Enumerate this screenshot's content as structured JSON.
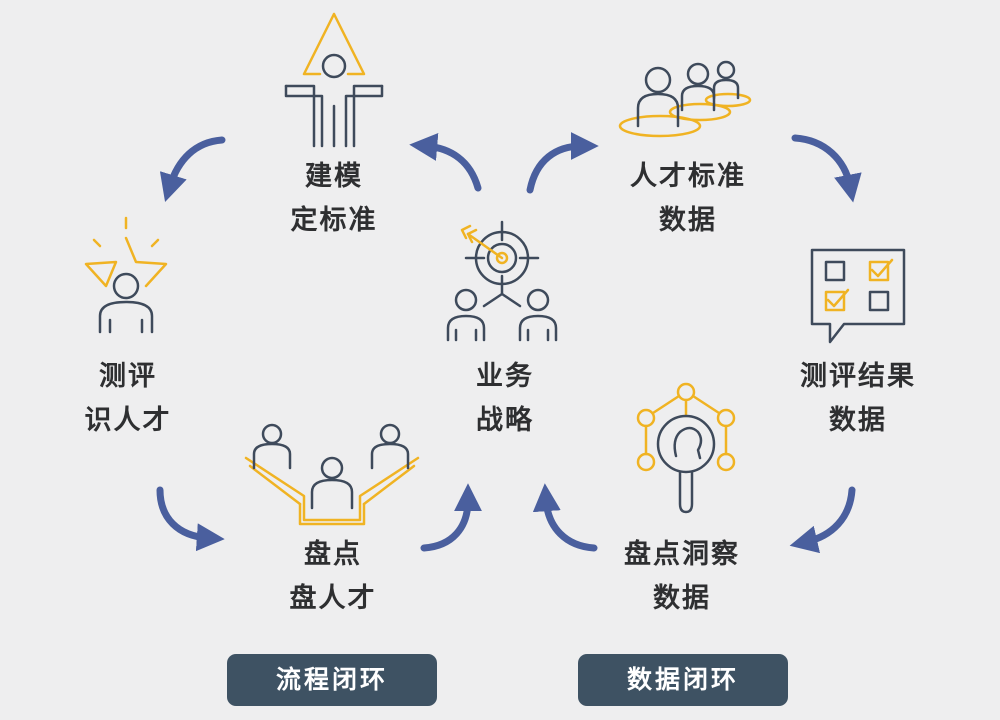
{
  "center": {
    "line1": "业务",
    "line2": "战略"
  },
  "nodes": {
    "modeling": {
      "line1": "建模",
      "line2": "定标准"
    },
    "talent_standard": {
      "line1": "人才标准",
      "line2": "数据"
    },
    "evaluation": {
      "line1": "测评",
      "line2": "识人才"
    },
    "evaluation_result": {
      "line1": "测评结果",
      "line2": "数据"
    },
    "inventory": {
      "line1": "盘点",
      "line2": "盘人才"
    },
    "inventory_insight": {
      "line1": "盘点洞察",
      "line2": "数据"
    }
  },
  "legend": {
    "process_loop": "流程闭环",
    "data_loop": "数据闭环"
  },
  "colors": {
    "background": "#eeeeef",
    "arrow": "#4a5f9e",
    "icon_outline": "#3e4a5b",
    "icon_accent": "#f0b323",
    "pill": "#3e5263",
    "text": "#2e2f31"
  },
  "icons": [
    "strategy-target-team-icon",
    "person-arrow-up-icon",
    "team-on-platform-icon",
    "star-person-icon",
    "checklist-chat-icon",
    "org-inventory-icon",
    "magnifier-network-head-icon"
  ]
}
